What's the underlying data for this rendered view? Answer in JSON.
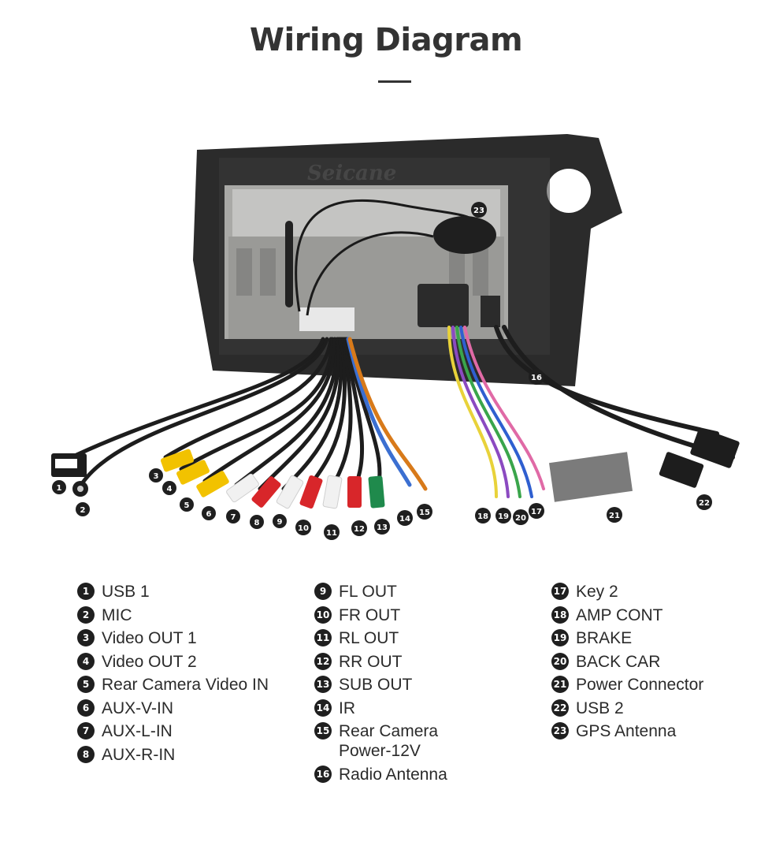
{
  "title": "Wiring Diagram",
  "watermark": "Seicane",
  "legend": [
    {
      "num": "1",
      "label": "USB 1"
    },
    {
      "num": "2",
      "label": "MIC"
    },
    {
      "num": "3",
      "label": "Video OUT 1"
    },
    {
      "num": "4",
      "label": "Video OUT 2"
    },
    {
      "num": "5",
      "label": "Rear Camera Video IN"
    },
    {
      "num": "6",
      "label": "AUX-V-IN"
    },
    {
      "num": "7",
      "label": "AUX-L-IN"
    },
    {
      "num": "8",
      "label": "AUX-R-IN"
    },
    {
      "num": "9",
      "label": "FL OUT"
    },
    {
      "num": "10",
      "label": "FR OUT"
    },
    {
      "num": "11",
      "label": "RL OUT"
    },
    {
      "num": "12",
      "label": "RR OUT"
    },
    {
      "num": "13",
      "label": "SUB OUT"
    },
    {
      "num": "14",
      "label": "IR"
    },
    {
      "num": "15",
      "label": "Rear Camera\nPower-12V"
    },
    {
      "num": "16",
      "label": "Radio Antenna"
    },
    {
      "num": "17",
      "label": "Key 2"
    },
    {
      "num": "18",
      "label": "AMP CONT"
    },
    {
      "num": "19",
      "label": "BRAKE"
    },
    {
      "num": "20",
      "label": "BACK CAR"
    },
    {
      "num": "21",
      "label": "Power Connector"
    },
    {
      "num": "22",
      "label": "USB 2"
    },
    {
      "num": "23",
      "label": "GPS Antenna"
    }
  ],
  "colors": {
    "badge": "#1f1f1f",
    "frame": "#2a2a2a",
    "chassis": "#a9a9a6",
    "rca_yellow": "#f2c200",
    "rca_white": "#f1f1f1",
    "rca_red": "#d8262a",
    "rca_green": "#1f8a4c"
  }
}
